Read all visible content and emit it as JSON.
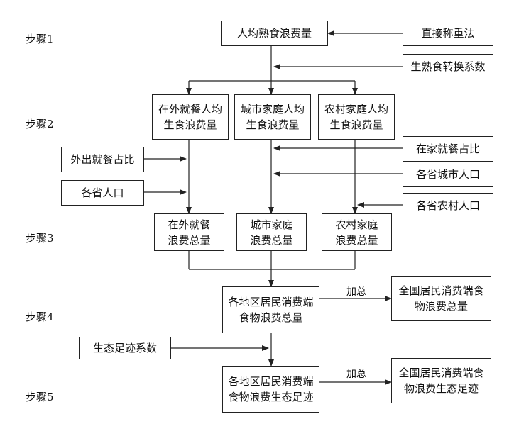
{
  "steps": [
    "步骤1",
    "步骤2",
    "步骤3",
    "步骤4",
    "步骤5"
  ],
  "boxes": {
    "per_capita_cooked_waste": "人均熟食浪费量",
    "direct_weighing": "直接称重法",
    "raw_cooked_coefficient": "生熟食转换系数",
    "eating_out_per_capita_raw": "在外就餐人均\n生食浪费量",
    "urban_household_per_capita_raw": "城市家庭人均\n生食浪费量",
    "rural_household_per_capita_raw": "农村家庭人均\n生食浪费量",
    "eating_out_ratio": "外出就餐占比",
    "provincial_population": "各省人口",
    "home_dining_ratio": "在家就餐占比",
    "provincial_urban_population": "各省城市人口",
    "provincial_rural_population": "各省农村人口",
    "eating_out_total": "在外就餐\n浪费总量",
    "urban_household_total": "城市家庭\n浪费总量",
    "rural_household_total": "农村家庭\n浪费总量",
    "regional_consumer_food_waste_total": "各地区居民消费端\n食物浪费总量",
    "national_consumer_food_waste_total": "全国居民消费端食\n物浪费总量",
    "eco_footprint_coefficient": "生态足迹系数",
    "regional_consumer_food_waste_footprint": "各地区居民消费端\n食物浪费生态足迹",
    "national_consumer_food_waste_footprint": "全国居民消费端食\n物浪费生态足迹"
  },
  "edge_labels": {
    "sum_1": "加总",
    "sum_2": "加总"
  }
}
